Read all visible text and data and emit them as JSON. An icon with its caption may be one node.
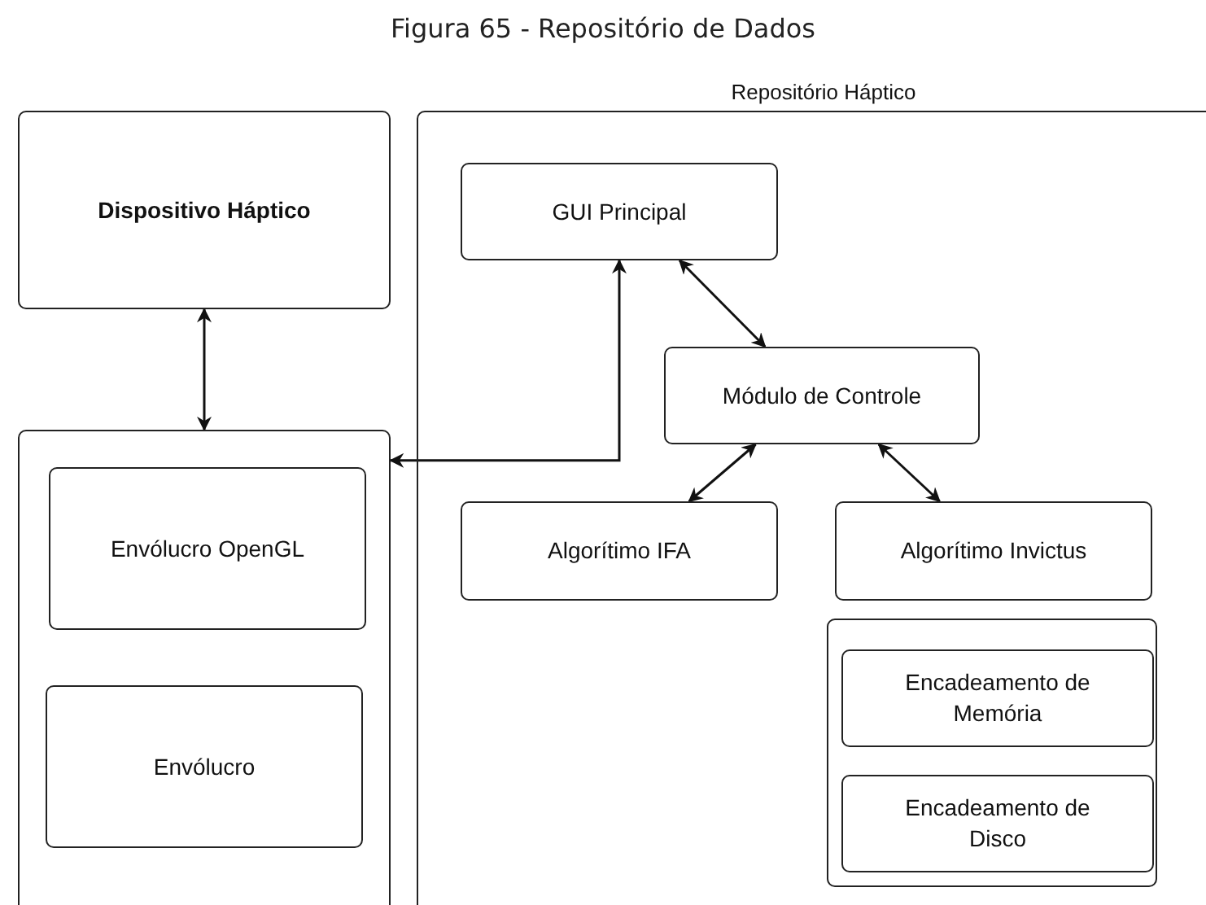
{
  "diagram": {
    "title": "Figura 65 - Repositório de Dados",
    "nodes": [
      {
        "text": [
          "Dispositivo Háptico"
        ]
      },
      {
        "text": [],
        "shape": "box"
      },
      {
        "text": [
          "Envólucro OpenGL"
        ],
        "in": 1
      },
      {
        "text": [
          "Envólucro"
        ],
        "in": 1
      },
      {
        "text": [
          "Repositório Háptico"
        ]
      },
      {
        "text": [
          "GUI Principal"
        ],
        "in": 4
      },
      {
        "text": [
          "Módulo de Controle"
        ],
        "in": 4
      },
      {
        "text": [
          "Algorítimo IFA"
        ],
        "in": 4
      },
      {
        "text": [
          "Algorítimo Invictus"
        ],
        "in": 4
      },
      {
        "text": [],
        "shape": "box",
        "in": 4
      },
      {
        "text": [
          "Encadeamento de Memória"
        ],
        "in": 9
      },
      {
        "text": [
          "Encadeamento de Disco"
        ],
        "in": 9
      }
    ],
    "edges": [
      {
        "from": 0,
        "to": 1,
        "arrow": "both"
      },
      {
        "from": 5,
        "to": 6,
        "arrow": "both"
      },
      {
        "from": 6,
        "to": 7,
        "arrow": "both"
      },
      {
        "from": 6,
        "to": 8,
        "arrow": "both"
      },
      {
        "from": 1,
        "to": 5,
        "arrow": "both"
      }
    ]
  }
}
